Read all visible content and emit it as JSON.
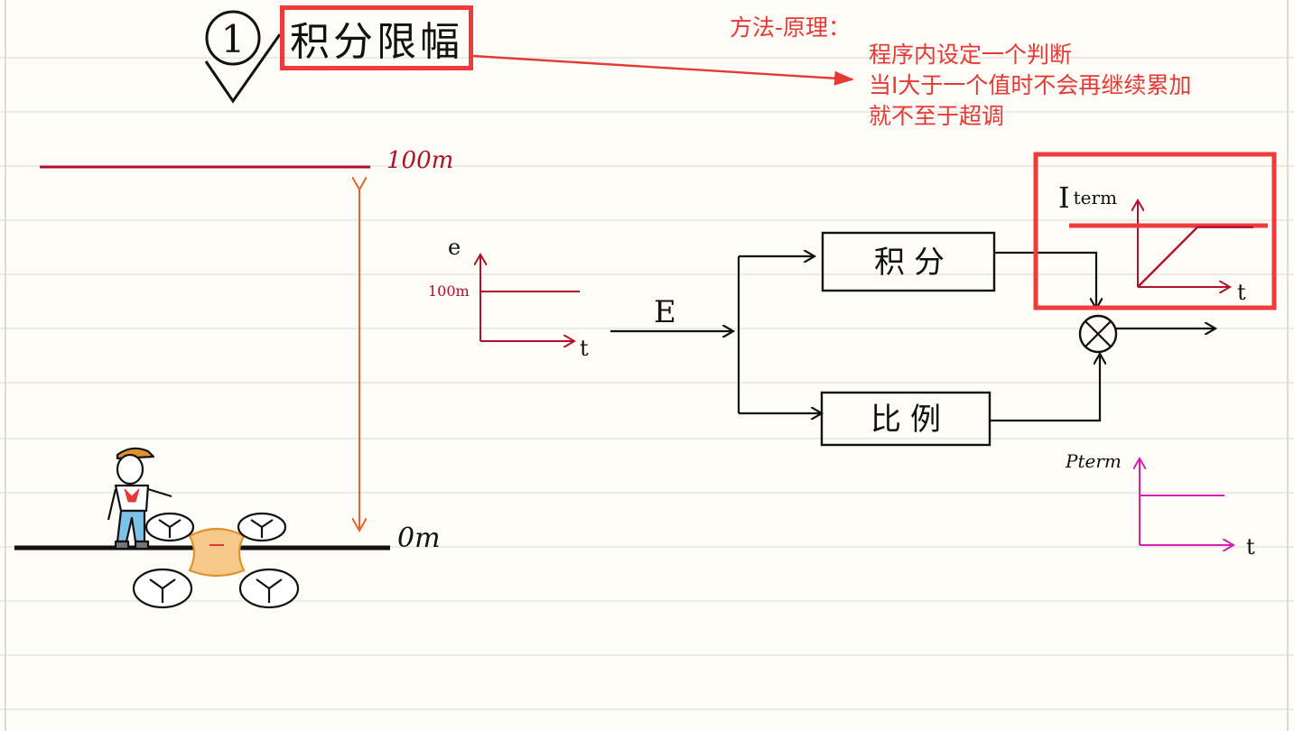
{
  "heading": {
    "number": "1",
    "title": "积分限幅"
  },
  "note": {
    "title": "方法-原理：",
    "lines": [
      "程序内设定一个判断",
      "当I大于一个值时不会再继续累加",
      "就不至于超调"
    ]
  },
  "scene": {
    "top_height": "100m",
    "ground_height": "0m"
  },
  "error_plot": {
    "y_label": "e",
    "x_label": "t",
    "level_label": "100m"
  },
  "block_diagram": {
    "input_label": "E",
    "integral_block": "积分",
    "proportional_block": "比例"
  },
  "i_term_plot": {
    "y_label": "I",
    "y_label_sub": "term",
    "x_label": "t",
    "limit_fraction": 0.85
  },
  "p_term_plot": {
    "y_label": "Pterm",
    "x_label": "t"
  },
  "colors": {
    "red_box": "#ef3b3b",
    "note_text": "#e53935",
    "dark_red": "#b0102a",
    "orange": "#e8622c",
    "magenta": "#d81fb5",
    "ink": "#111111",
    "grid": "#e6e6e0"
  }
}
